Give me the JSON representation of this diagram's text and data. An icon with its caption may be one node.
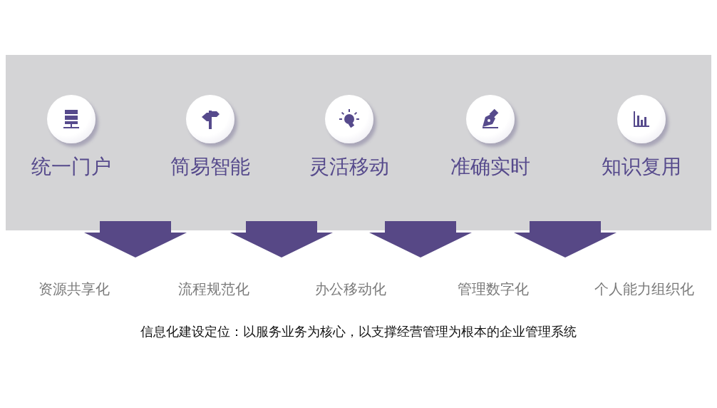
{
  "diagram": {
    "caption": "信息化建设定位：以服务业务为核心，以支撑经营管理为根本的企业管理系统",
    "nodes": [
      {
        "text": [],
        "shape": "band"
      },
      {
        "text": [
          "统一门户"
        ],
        "in": 0
      },
      {
        "text": [
          "简易智能"
        ],
        "in": 0
      },
      {
        "text": [
          "灵活移动"
        ],
        "in": 0
      },
      {
        "text": [
          "准确实时"
        ],
        "in": 0
      },
      {
        "text": [
          "知识复用"
        ],
        "in": 0
      }
    ],
    "labels": [
      "资源共享化",
      "流程规范化",
      "办公移动化",
      "管理数字化",
      "个人能力组织化"
    ]
  }
}
